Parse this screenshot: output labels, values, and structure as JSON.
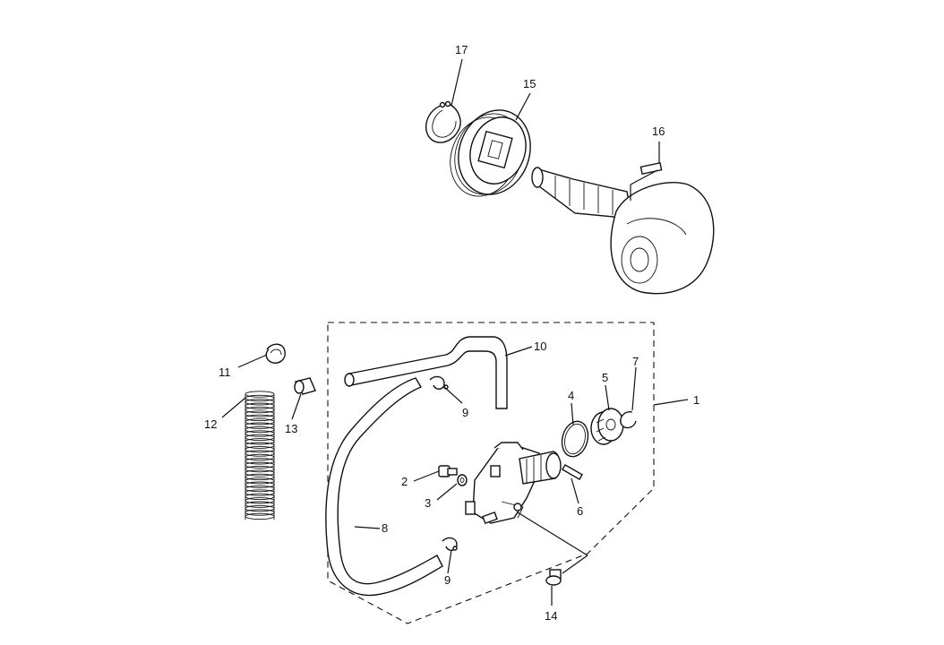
{
  "callouts": {
    "p1": "1",
    "p2": "2",
    "p3": "3",
    "p4": "4",
    "p5": "5",
    "p6": "6",
    "p7": "7",
    "p8": "8",
    "p9a": "9",
    "p9b": "9",
    "p10": "10",
    "p11": "11",
    "p12": "12",
    "p13": "13",
    "p14": "14",
    "p15": "15",
    "p16": "16",
    "p17": "17"
  }
}
